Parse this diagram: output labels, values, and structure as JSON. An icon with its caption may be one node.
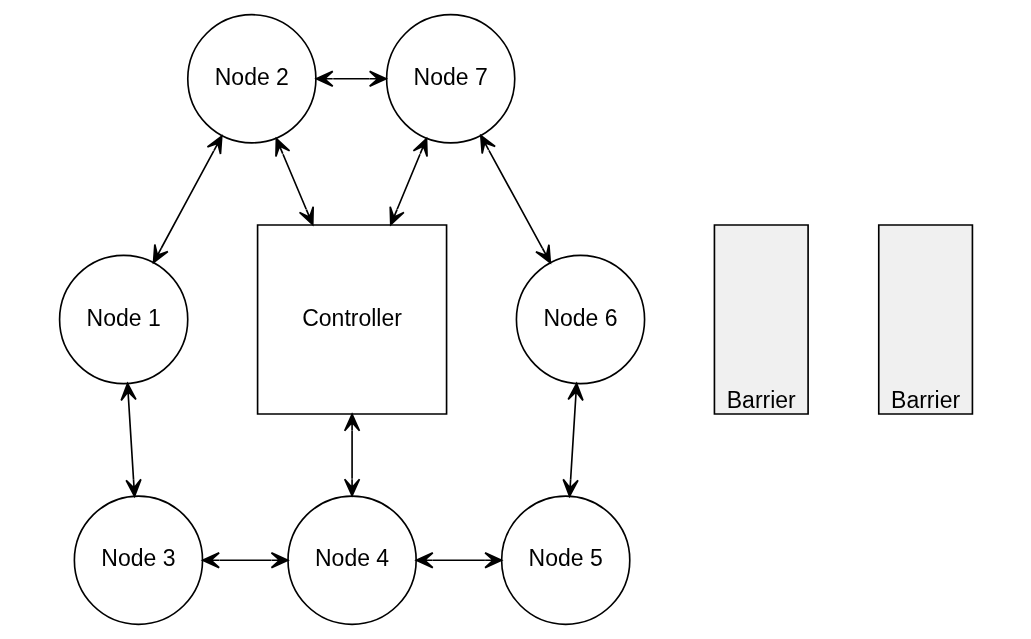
{
  "diagram": {
    "nodes": [
      {
        "text": [
          "Node 2"
        ]
      },
      {
        "text": [
          "Node 7"
        ]
      },
      {
        "text": [
          "Node 1"
        ]
      },
      {
        "text": [
          "Controller"
        ]
      },
      {
        "text": [
          "Node 6"
        ]
      },
      {
        "text": [
          "Barrier"
        ]
      },
      {
        "text": [
          "Barrier"
        ]
      },
      {
        "text": [
          "Node 3"
        ]
      },
      {
        "text": [
          "Node 4"
        ]
      },
      {
        "text": [
          "Node 5"
        ]
      }
    ],
    "edges": [
      {
        "from": 0,
        "to": 1,
        "arrow": "both"
      },
      {
        "from": 0,
        "to": 2,
        "arrow": "both"
      },
      {
        "from": 0,
        "to": 3,
        "arrow": "both"
      },
      {
        "from": 1,
        "to": 3,
        "arrow": "both"
      },
      {
        "from": 1,
        "to": 4,
        "arrow": "both"
      },
      {
        "from": 2,
        "to": 7,
        "arrow": "both"
      },
      {
        "from": 3,
        "to": 8,
        "arrow": "both"
      },
      {
        "from": 7,
        "to": 8,
        "arrow": "both"
      },
      {
        "from": 8,
        "to": 9,
        "arrow": "both"
      },
      {
        "from": 9,
        "to": 4,
        "arrow": "both"
      }
    ]
  }
}
